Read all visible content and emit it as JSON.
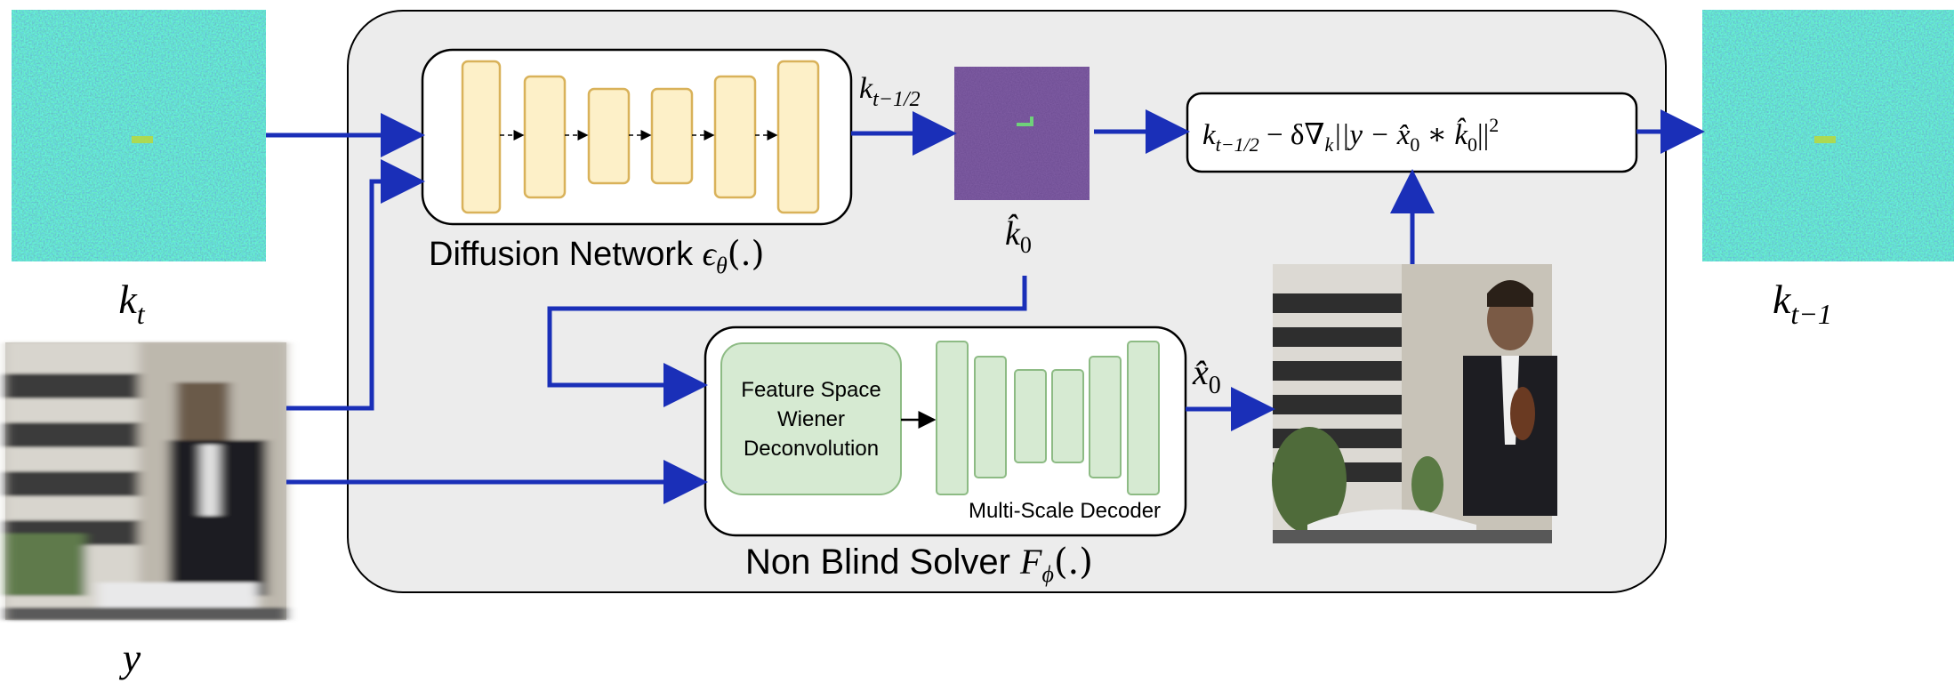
{
  "labels": {
    "diffusion_network": "Diffusion Network ",
    "diffusion_symbol_base": "ϵ",
    "diffusion_symbol_sub": "θ",
    "diffusion_symbol_tail": "(.)",
    "non_blind_solver": "Non Blind Solver ",
    "solver_symbol_base": "F",
    "solver_symbol_sub": "ϕ",
    "solver_symbol_tail": "(.)",
    "feature_space_line1": "Feature Space",
    "feature_space_line2": "Wiener",
    "feature_space_line3": "Deconvolution",
    "multi_scale_decoder": "Multi-Scale Decoder"
  },
  "math": {
    "k_t_base": "k",
    "k_t_sub": "t",
    "k_t1_base": "k",
    "k_t1_sub": "t−1",
    "y_label": "y",
    "k_half_base": "k",
    "k_half_sub": "t−1/2",
    "k0_hat_base": "k̂",
    "k0_hat_sub": "0",
    "x0_hat_base": "x̂",
    "x0_hat_sub": "0",
    "update_formula_a": "k",
    "update_formula_a_sub": "t−1/2",
    "update_formula_b": " − δ∇",
    "update_formula_b_sub": "k",
    "update_formula_c": "||y − x̂",
    "update_formula_c_sub": "0",
    "update_formula_d": " ∗ k̂",
    "update_formula_d_sub": "0",
    "update_formula_e": "||",
    "update_formula_e_sup": "2"
  },
  "colors": {
    "arrow_blue": "#1a2fb8",
    "panel_fill": "#ececec",
    "unet_fill": "#fdf0c8",
    "unet_stroke": "#d9b25a",
    "decoder_fill": "#d6ead2",
    "decoder_stroke": "#8dbb84",
    "kernel_bg": "#3b1e63",
    "noise_base": "#2f8a86"
  }
}
